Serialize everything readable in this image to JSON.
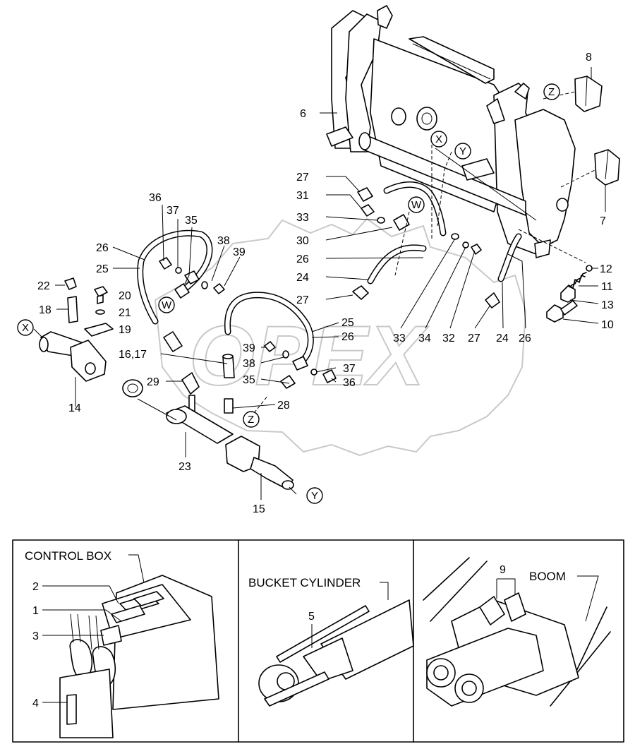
{
  "watermark": "OPEX",
  "callouts": [
    "6",
    "8",
    "7",
    "12",
    "11",
    "13",
    "10",
    "27",
    "31",
    "33",
    "30",
    "26",
    "24",
    "27",
    "33",
    "34",
    "32",
    "27",
    "24",
    "26",
    "36",
    "37",
    "35",
    "38",
    "39",
    "26",
    "25",
    "22",
    "20",
    "21",
    "18",
    "19",
    "16,17",
    "14",
    "29",
    "25",
    "26",
    "39",
    "38",
    "37",
    "35",
    "36",
    "28",
    "23",
    "15"
  ],
  "connectors": [
    "X",
    "Y",
    "Z",
    "W",
    "W",
    "X",
    "Z",
    "Y"
  ],
  "insets": {
    "control_box": {
      "title": "CONTROL BOX",
      "parts": [
        "2",
        "1",
        "3",
        "4"
      ]
    },
    "bucket_cylinder": {
      "title": "BUCKET CYLINDER",
      "parts": [
        "5"
      ]
    },
    "boom": {
      "title": "BOOM",
      "parts": [
        "9"
      ]
    }
  }
}
